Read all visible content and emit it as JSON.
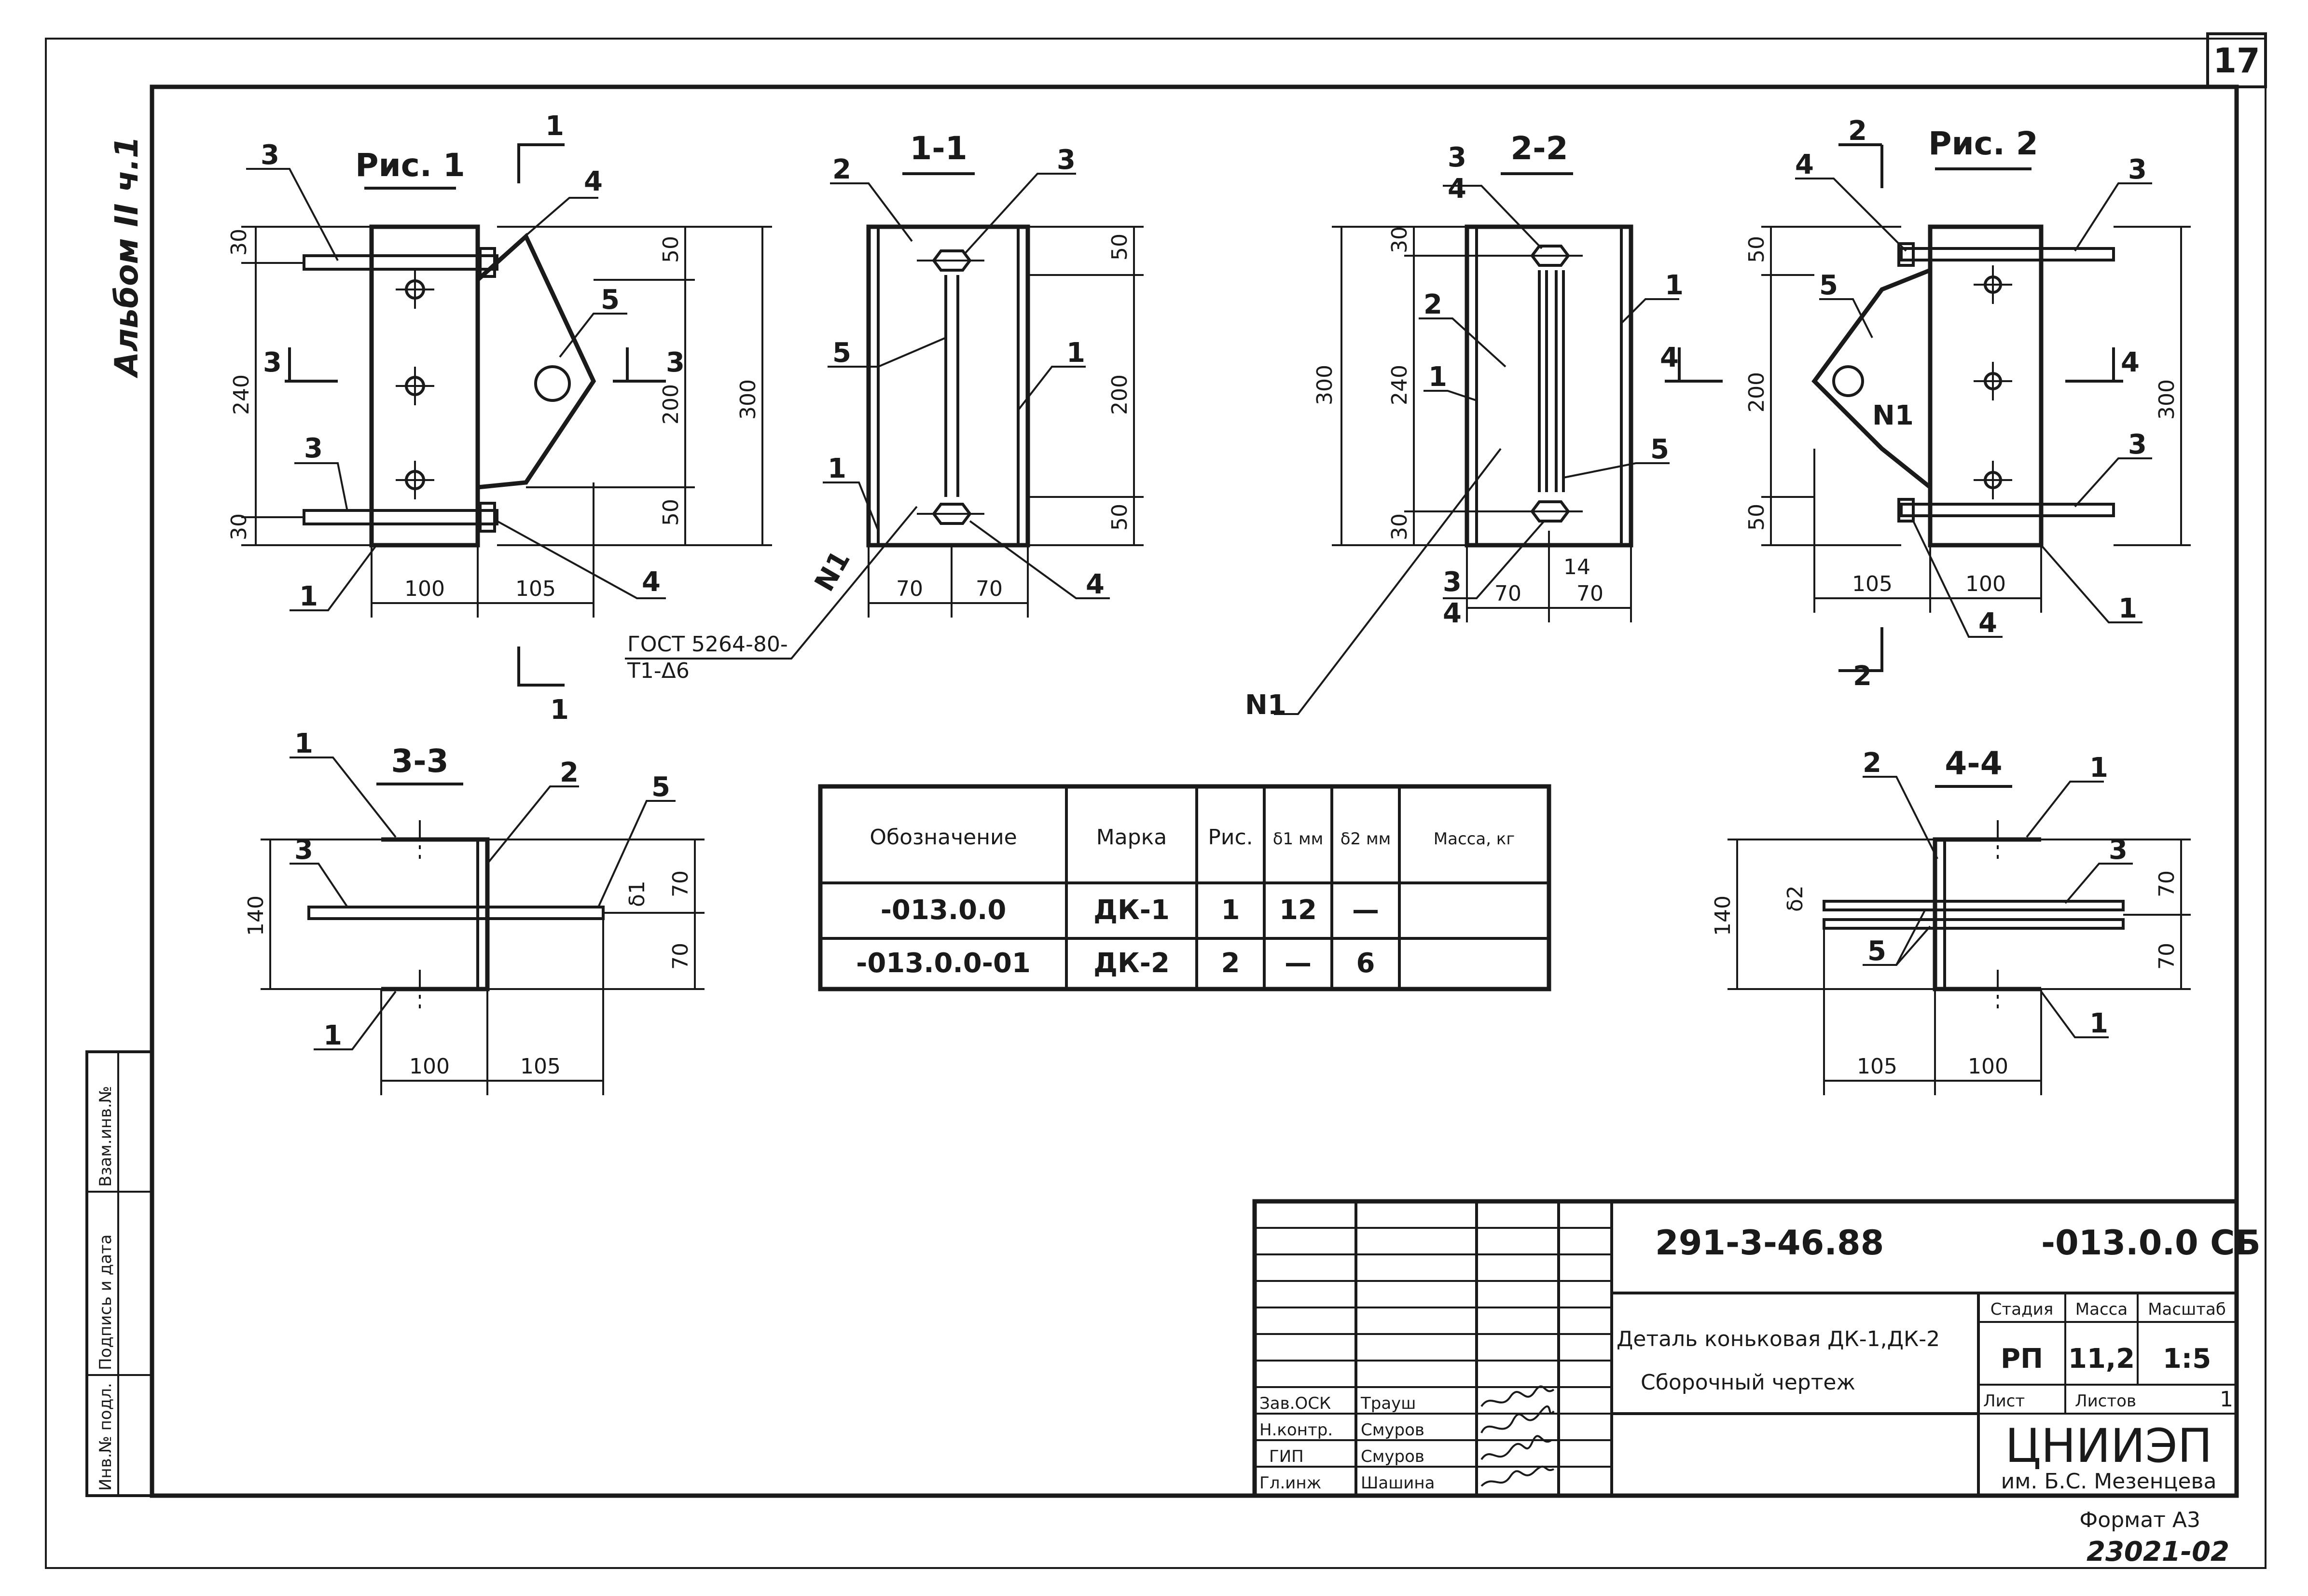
{
  "sheet": {
    "page_number": "17",
    "album": "Альбом II ч.1",
    "format": "Формат А3",
    "inventory": "23021-02"
  },
  "left_margin": {
    "inv_no": "Инв.№ подл.",
    "sign_date": "Подпись и дата",
    "replaces_inv": "Взам.инв.№"
  },
  "views": {
    "fig1": {
      "title": "Рис. 1",
      "section_mark": "1",
      "dims_top": "30",
      "dims_mid": "240",
      "dims_bot": "30",
      "dim_50a": "50",
      "dim_200": "200",
      "dim_50b": "50",
      "dim_300": "300",
      "dim_w1": "100",
      "dim_w2": "105",
      "callouts": [
        "3",
        "4",
        "5",
        "3",
        "4",
        "1"
      ],
      "cut_mark": "3",
      "gost": "ГОСТ 5264-80-",
      "gost2": "Т1-Δ6"
    },
    "sec11": {
      "title": "1-1",
      "dims_v": [
        "50",
        "200",
        "50"
      ],
      "dims_h": [
        "70",
        "70"
      ],
      "callouts": [
        "2",
        "3",
        "5",
        "1",
        "1",
        "4"
      ],
      "weld": "N1"
    },
    "sec22": {
      "title": "2-2",
      "dims_v": [
        "30",
        "240",
        "30",
        "300"
      ],
      "dims_h": [
        "70",
        "70"
      ],
      "dim_gap": "14",
      "callouts_top": "3",
      "callouts_top2": "4",
      "callouts": [
        "2",
        "1",
        "1",
        "5"
      ],
      "callouts_bot": "3",
      "callouts_bot2": "4",
      "cut_mark": "4",
      "weld": "N1"
    },
    "fig2": {
      "title": "Рис. 2",
      "section_mark": "2",
      "dims_v": [
        "50",
        "200",
        "50",
        "300"
      ],
      "dims_h": [
        "105",
        "100"
      ],
      "callouts": [
        "4",
        "3",
        "5",
        "3",
        "1",
        "4"
      ],
      "weld": "N1",
      "cut_mark": "4"
    },
    "sec33": {
      "title": "3-3",
      "dim_h": "140",
      "dims_v": [
        "70",
        "70"
      ],
      "dims_h": [
        "100",
        "105"
      ],
      "delta": "δ1",
      "callouts": [
        "1",
        "2",
        "5",
        "3",
        "1"
      ]
    },
    "sec44": {
      "title": "4-4",
      "dim_h": "140",
      "dims_v": [
        "70",
        "70"
      ],
      "dims_h": [
        "105",
        "100"
      ],
      "delta": "δ2",
      "callouts": [
        "2",
        "1",
        "3",
        "5",
        "1"
      ]
    }
  },
  "spec_table": {
    "headers": [
      "Обозначение",
      "Марка",
      "Рис.",
      "δ1 мм",
      "δ2 мм",
      "Масса, кг"
    ],
    "rows": [
      [
        "-013.0.0",
        "ДК-1",
        "1",
        "12",
        "—",
        ""
      ],
      [
        "-013.0.0-01",
        "ДК-2",
        "2",
        "—",
        "6",
        ""
      ]
    ]
  },
  "title_block": {
    "project_code": "291-3-46.88",
    "doc_code": "-013.0.0 СБ",
    "title_line1": "Деталь коньковая ДК-1,ДК-2",
    "title_line2": "Сборочный чертеж",
    "stage_label": "Стадия",
    "mass_label": "Масса",
    "scale_label": "Масштаб",
    "stage": "РП",
    "mass": "11,2",
    "scale": "1:5",
    "sheet_label": "Лист",
    "sheets_label": "Листов",
    "sheets": "1",
    "org": "ЦНИИЭП",
    "org_sub": "им. Б.С. Мезенцева",
    "roles": [
      "Зав.ОСК",
      "Н.контр.",
      "ГИП",
      "Гл.инж"
    ],
    "names": [
      "Трауш",
      "Смуров",
      "Смуров",
      "Шашина"
    ]
  }
}
